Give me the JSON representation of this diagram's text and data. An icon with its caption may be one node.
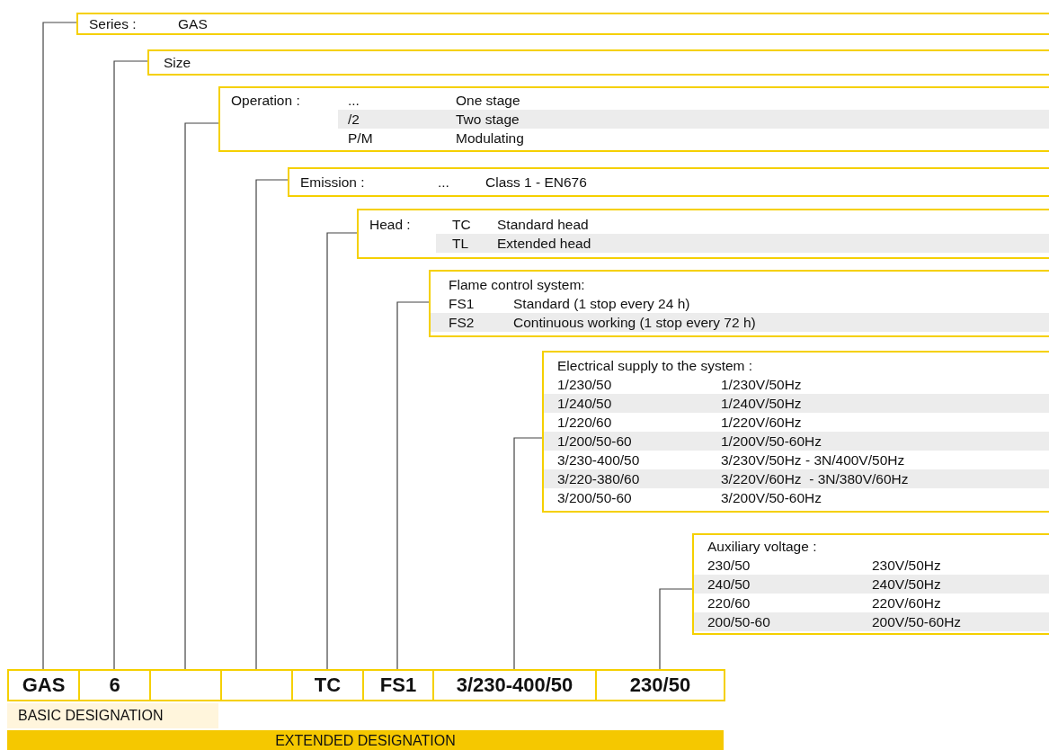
{
  "diagram": {
    "nodes": [
      {
        "text": [
          "Series :",
          "GAS"
        ]
      },
      {
        "text": [
          "Size"
        ]
      },
      {
        "text": [
          "Operation :",
          "...",
          "One stage",
          "/2",
          "Two stage",
          "P/M",
          "Modulating"
        ]
      },
      {
        "text": [
          "Emission :",
          "...",
          "Class 1 - EN676"
        ]
      },
      {
        "text": [
          "Head :",
          "TC",
          "Standard head",
          "TL",
          "Extended head"
        ]
      },
      {
        "text": [
          "Flame control system:",
          "FS1",
          "Standard (1 stop every 24 h)",
          "FS2",
          "Continuous working (1 stop every 72 h)"
        ]
      },
      {
        "text": [
          "Electrical supply to the system :",
          "1/230/50",
          "1/230V/50Hz",
          "1/240/50",
          "1/240V/50Hz",
          "1/220/60",
          "1/220V/60Hz",
          "1/200/50-60",
          "1/200V/50-60Hz",
          "3/230-400/50",
          "3/230V/50Hz - 3N/400V/50Hz",
          "3/220-380/60",
          "3/220V/60Hz  - 3N/380V/60Hz",
          "3/200/50-60",
          "3/200V/50-60Hz"
        ]
      },
      {
        "text": [
          "Auxiliary voltage :",
          "230/50",
          "230V/50Hz",
          "240/50",
          "240V/50Hz",
          "220/60",
          "220V/60Hz",
          "200/50-60",
          "200V/50-60Hz"
        ]
      },
      {
        "text": [
          "GAS"
        ]
      },
      {
        "text": [
          "6"
        ]
      },
      {
        "text": [],
        "shape": "box"
      },
      {
        "text": [],
        "shape": "box"
      },
      {
        "text": [
          "TC"
        ]
      },
      {
        "text": [
          "FS1"
        ]
      },
      {
        "text": [
          "3/230-400/50"
        ]
      },
      {
        "text": [
          "230/50"
        ]
      },
      {
        "text": [
          "BASIC DESIGNATION"
        ]
      },
      {
        "text": [
          "EXTENDED DESIGNATION"
        ]
      }
    ],
    "edges": [
      {
        "from": 8,
        "to": 0,
        "arrow": "none"
      },
      {
        "from": 9,
        "to": 1,
        "arrow": "none"
      },
      {
        "from": 10,
        "to": 2,
        "arrow": "none"
      },
      {
        "from": 11,
        "to": 3,
        "arrow": "none"
      },
      {
        "from": 12,
        "to": 4,
        "arrow": "none"
      },
      {
        "from": 13,
        "to": 5,
        "arrow": "none"
      },
      {
        "from": 14,
        "to": 6,
        "arrow": "none"
      },
      {
        "from": 15,
        "to": 7,
        "arrow": "none"
      }
    ]
  }
}
